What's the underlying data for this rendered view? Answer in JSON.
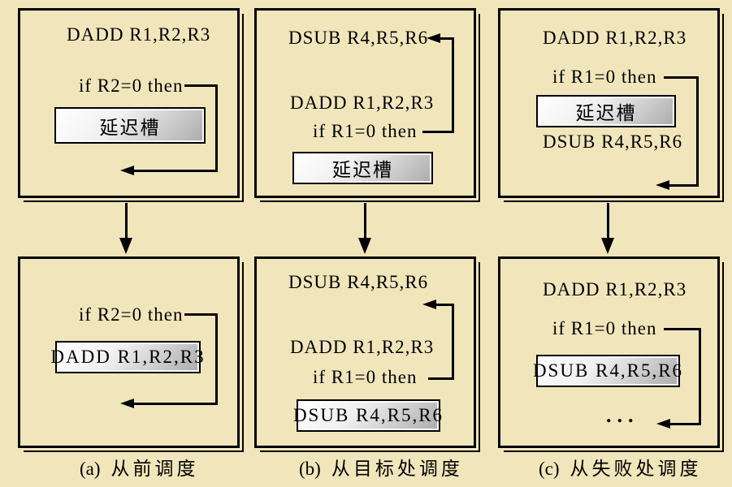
{
  "figure_title": "branch-delay-slot-scheduling",
  "colors": {
    "background": "#F1E6BB",
    "line": "#000000",
    "box_gradient_top": "#FFFFFF",
    "box_gradient_bottom": "#ABABAB"
  },
  "panels": {
    "a_top": {
      "instr1": "DADD R1,R2,R3",
      "branch": "if R2=0 then",
      "slot": "延迟槽"
    },
    "a_bottom": {
      "branch": "if R2=0 then",
      "slot": "DADD R1,R2,R3"
    },
    "b_top": {
      "target": "DSUB R4,R5,R6",
      "instr1": "DADD R1,R2,R3",
      "branch": "if R1=0 then",
      "slot": "延迟槽"
    },
    "b_bottom": {
      "target": "DSUB R4,R5,R6",
      "instr1": "DADD R1,R2,R3",
      "branch": "if R1=0 then",
      "slot": "DSUB R4,R5,R6"
    },
    "c_top": {
      "instr1": "DADD R1,R2,R3",
      "branch": "if R1=0 then",
      "slot": "延迟槽",
      "after": "DSUB R4,R5,R6"
    },
    "c_bottom": {
      "instr1": "DADD R1,R2,R3",
      "branch": "if R1=0 then",
      "slot": "DSUB R4,R5,R6",
      "ellipsis": "..."
    }
  },
  "captions": [
    {
      "label": "(a)",
      "text": "从前调度"
    },
    {
      "label": "(b)",
      "text": "从目标处调度"
    },
    {
      "label": "(c)",
      "text": "从失败处调度"
    }
  ]
}
